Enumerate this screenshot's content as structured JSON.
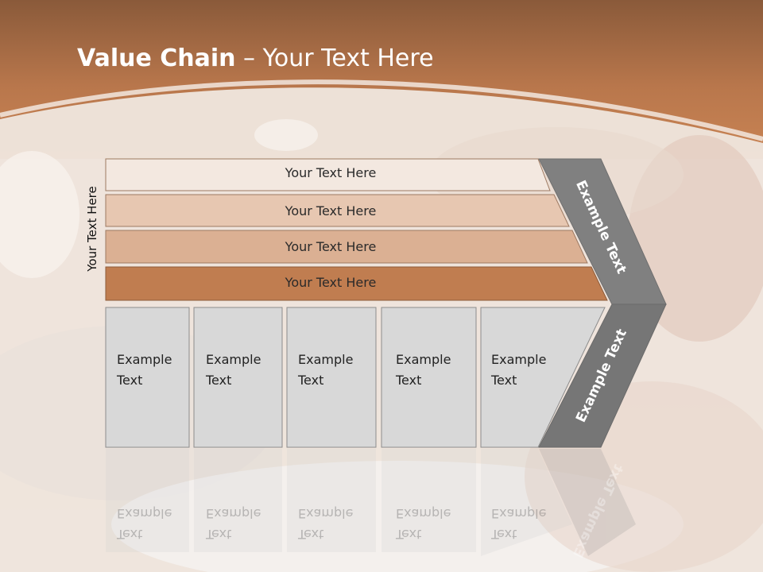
{
  "slide": {
    "title_bold": "Value Chain",
    "title_rest": " – Your Text Here",
    "vertical_label": "Your Text Here"
  },
  "bands": [
    {
      "label": "Your Text Here",
      "color": "#f3e8e0"
    },
    {
      "label": "Your Text Here",
      "color": "#e7c7b1"
    },
    {
      "label": "Your Text Here",
      "color": "#dbb093"
    },
    {
      "label": "Your Text Here",
      "color": "#c07d50"
    }
  ],
  "boxes": [
    {
      "line1": "Example",
      "line2": "Text"
    },
    {
      "line1": "Example",
      "line2": "Text"
    },
    {
      "line1": "Example",
      "line2": "Text"
    },
    {
      "line1": "Example",
      "line2": "Text"
    },
    {
      "line1": "Example",
      "line2": "Text"
    }
  ],
  "chevron": {
    "upper_label": "Example Text",
    "lower_label": "Example Text",
    "color": "#808080"
  },
  "colors": {
    "header": "#b9774c",
    "box_fill": "#d8d8d8",
    "box_border": "#8c8c8c"
  }
}
